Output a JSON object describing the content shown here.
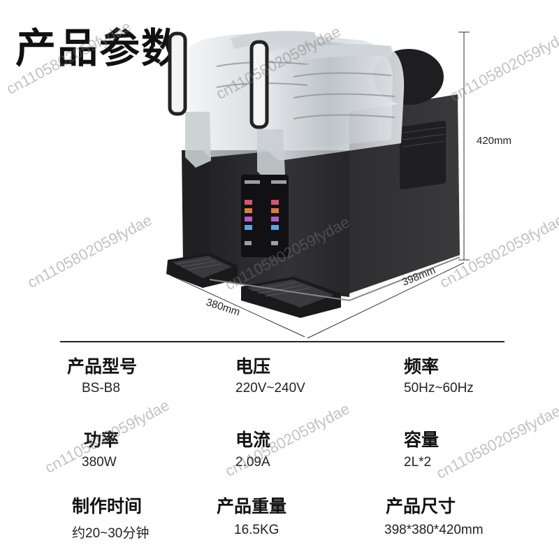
{
  "title": "产品参数",
  "dimensions": {
    "height": "420mm",
    "depth": "398mm",
    "width": "380mm"
  },
  "specs": [
    {
      "label": "产品型号",
      "value": "BS-B8"
    },
    {
      "label": "电压",
      "value": "220V~240V"
    },
    {
      "label": "频率",
      "value": "50Hz~60Hz"
    },
    {
      "label": "功率",
      "value": "380W"
    },
    {
      "label": "电流",
      "value": "2.09A"
    },
    {
      "label": "容量",
      "value": "2L*2"
    },
    {
      "label": "制作时间",
      "value": "约20~30分钟"
    },
    {
      "label": "产品重量",
      "value": "16.5KG"
    },
    {
      "label": "产品尺寸",
      "value": "398*380*420mm"
    }
  ],
  "watermark": "cn1105802059fydae",
  "colors": {
    "machine_body": "#2b2b2d",
    "bowl": "#d9dde0",
    "background": "#ffffff"
  }
}
